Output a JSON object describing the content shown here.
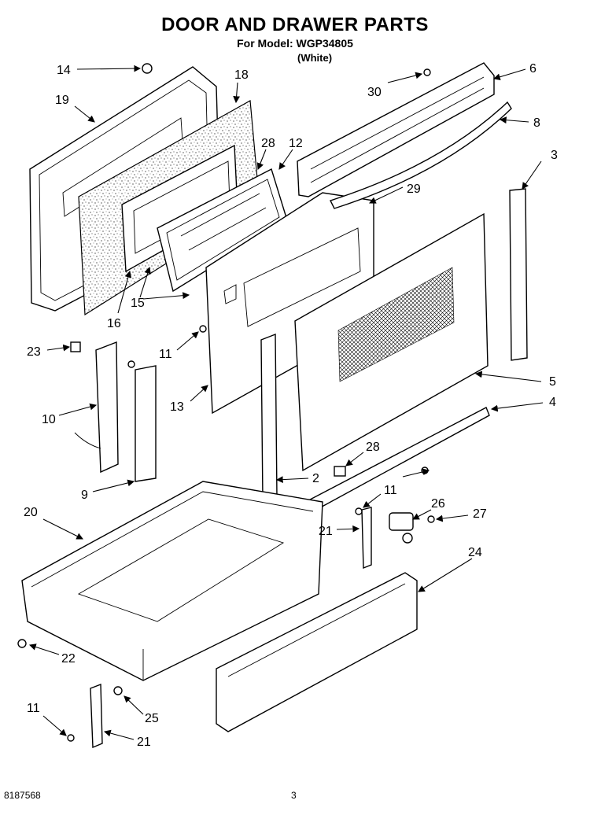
{
  "title": "DOOR AND DRAWER PARTS",
  "model_line": "For Model: WGP34805",
  "color_line": "(White)",
  "footer": {
    "doc_number": "8187568",
    "page": "3"
  },
  "callouts": {
    "c14": "14",
    "c19": "19",
    "c18": "18",
    "c28a": "28",
    "c12": "12",
    "c30": "30",
    "c6": "6",
    "c8": "8",
    "c3": "3",
    "c29": "29",
    "c16": "16",
    "c15": "15",
    "c23": "23",
    "c11a": "11",
    "c5": "5",
    "c10": "10",
    "c13": "13",
    "c4": "4",
    "c28b": "28",
    "c9": "9",
    "c2": "2",
    "c11b": "11",
    "c20": "20",
    "c26": "26",
    "c21a": "21",
    "c27": "27",
    "c24": "24",
    "c22": "22",
    "c11c": "11",
    "c25": "25",
    "c21b": "21"
  }
}
